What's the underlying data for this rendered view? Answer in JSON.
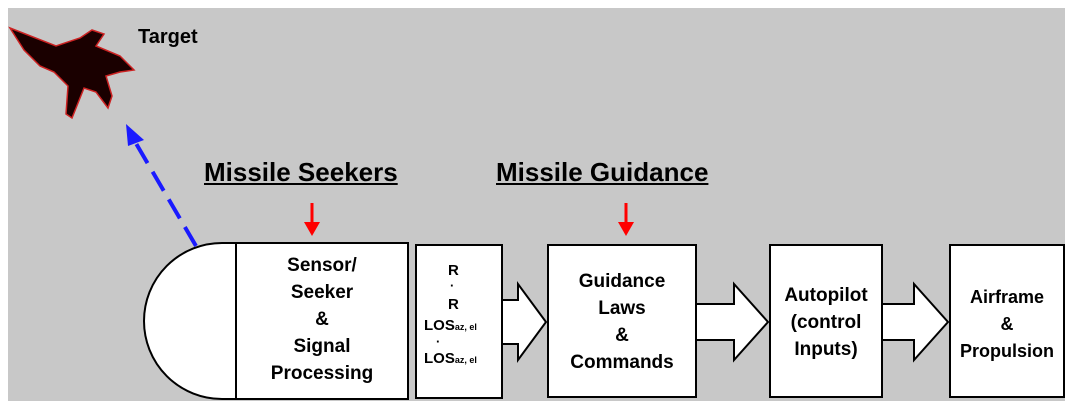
{
  "target_label": "Target",
  "headings": {
    "seekers": "Missile Seekers",
    "guidance": "Missile Guidance"
  },
  "blocks": {
    "sensor": [
      "Sensor/",
      "Seeker",
      "&",
      "Signal",
      "Processing"
    ],
    "guidance": [
      "Guidance",
      "Laws",
      "&",
      "Commands"
    ],
    "autopilot": [
      "Autopilot",
      "(control",
      "Inputs)"
    ],
    "airframe": [
      "Airframe",
      "&",
      "Propulsion"
    ]
  },
  "signals": {
    "r": "R",
    "r_dot": "R",
    "los": "LOS",
    "los_dot": "LOS",
    "los_sub": "az, el"
  },
  "colors": {
    "background": "#c8c8c8",
    "target": "#1a0000",
    "target_accent": "#cc2222",
    "red_arrow": "#ff0000",
    "blue_dashed": "#1a1aff"
  },
  "icons": [
    "target-aircraft-icon"
  ]
}
